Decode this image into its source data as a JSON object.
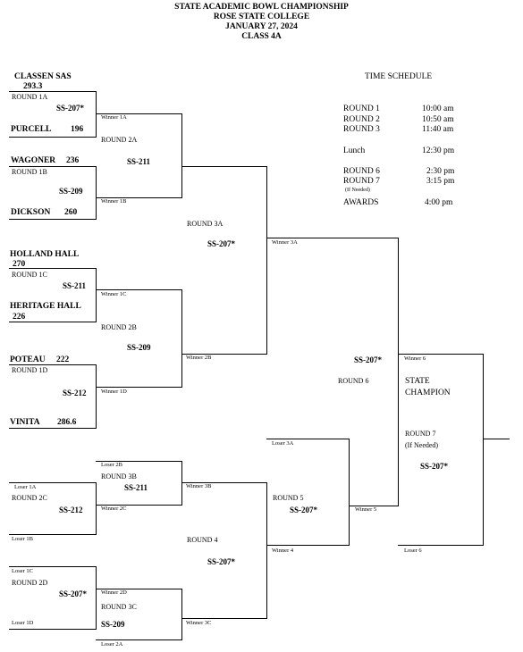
{
  "header": {
    "line1": "STATE ACADEMIC BOWL CHAMPIONSHIP",
    "line2": "ROSE STATE COLLEGE",
    "line3": "JANUARY 27, 2024",
    "line4": "CLASS  4A"
  },
  "schedule": {
    "title": "TIME SCHEDULE",
    "items": [
      {
        "label": "ROUND 1",
        "time": "10:00 am"
      },
      {
        "label": "ROUND 2",
        "time": "10:50 am"
      },
      {
        "label": "ROUND 3",
        "time": "11:40 am"
      },
      {
        "label": "Lunch",
        "time": "12:30 pm"
      },
      {
        "label": "ROUND 6",
        "time": "2:30 pm"
      },
      {
        "label": "ROUND 7",
        "time": "3:15 pm"
      },
      {
        "label": "AWARDS",
        "time": "4:00 pm"
      }
    ],
    "if_needed": "(If Needed)"
  },
  "teams": {
    "classen": {
      "name": "CLASSEN SAS",
      "score": "293.3"
    },
    "purcell": {
      "name": "PURCELL",
      "score": "196"
    },
    "wagoner": {
      "name": "WAGONER",
      "score": "236"
    },
    "dickson": {
      "name": "DICKSON",
      "score": "260"
    },
    "holland": {
      "name": "HOLLAND HALL",
      "score": "270"
    },
    "heritage": {
      "name": "HERITAGE HALL",
      "score": "226"
    },
    "poteau": {
      "name": "POTEAU",
      "score": "222"
    },
    "vinita": {
      "name": "VINITA",
      "score": "286.6"
    }
  },
  "rounds": {
    "r1a": "ROUND 1A",
    "r1b": "ROUND 1B",
    "r1c": "ROUND 1C",
    "r1d": "ROUND 1D",
    "r2a": "ROUND 2A",
    "r2b": "ROUND 2B",
    "r2c": "ROUND 2C",
    "r2d": "ROUND 2D",
    "r3a": "ROUND 3A",
    "r3b": "ROUND 3B",
    "r3c": "ROUND 3C",
    "r4": "ROUND 4",
    "r5": "ROUND 5",
    "r6": "ROUND 6",
    "r7": "ROUND 7",
    "if_needed": "(If Needed)",
    "champion_line1": "STATE",
    "champion_line2": "CHAMPION"
  },
  "rooms": {
    "r1a": "SS-207*",
    "r1b": "SS-209",
    "r1c": "SS-211",
    "r1d": "SS-212",
    "r2a": "SS-211",
    "r2b": "SS-209",
    "r2c": "SS-212",
    "r2d": "SS-207*",
    "r3a": "SS-207*",
    "r3b": "SS-211",
    "r3c": "SS-209",
    "r4": "SS-207*",
    "r5": "SS-207*",
    "r6": "SS-207*",
    "r7": "SS-207*"
  },
  "labels": {
    "w1a": "Winner 1A",
    "w1b": "Winner 1B",
    "w1c": "Winner 1C",
    "w1d": "Winner 1D",
    "w2b": "Winner 2B",
    "w2c": "Winner 2C",
    "w2d": "Winner 2D",
    "w3a": "Winner 3A",
    "w3b": "Winner 3B",
    "w3c": "Winner 3C",
    "w4": "Winner 4",
    "w5": "Winner 5",
    "w6": "Winner 6",
    "l1a": "Loser 1A",
    "l1b": "Loser 1B",
    "l1c": "Loser 1C",
    "l1d": "Loser 1D",
    "l2a": "Loser 2A",
    "l2b": "Loser 2B",
    "l3a": "Loser 3A",
    "l6": "Loser 6"
  }
}
